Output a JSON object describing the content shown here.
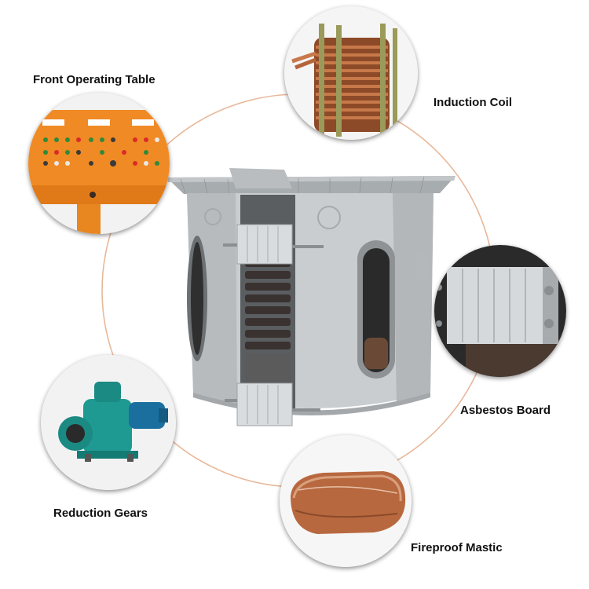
{
  "labels": {
    "front_operating_table": "Front Operating Table",
    "induction_coil": "Induction Coil",
    "asbestos_board": "Asbestos Board",
    "reduction_gears": "Reduction Gears",
    "fireproof_mastic": "Fireproof Mastic"
  },
  "colors": {
    "connector_circle": "#e8b89a",
    "panel_orange": "#f08a24",
    "copper": "#b5653a",
    "furnace_gray": "#c9cdd0",
    "gear_teal": "#1f9a92",
    "mastic_brown": "#b8683f"
  }
}
